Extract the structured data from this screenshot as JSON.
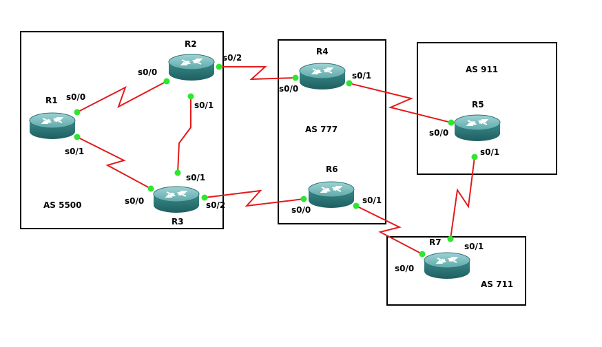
{
  "autonomous_systems": [
    {
      "id": "as5500",
      "label": "AS 5500"
    },
    {
      "id": "as777",
      "label": "AS 777"
    },
    {
      "id": "as911",
      "label": "AS 911"
    },
    {
      "id": "as711",
      "label": "AS 711"
    }
  ],
  "routers": [
    {
      "id": "r1",
      "label": "R1"
    },
    {
      "id": "r2",
      "label": "R2"
    },
    {
      "id": "r3",
      "label": "R3"
    },
    {
      "id": "r4",
      "label": "R4"
    },
    {
      "id": "r5",
      "label": "R5"
    },
    {
      "id": "r6",
      "label": "R6"
    },
    {
      "id": "r7",
      "label": "R7"
    }
  ],
  "links": [
    {
      "a": "R1",
      "a_if": "s0/0",
      "b": "R2",
      "b_if": "s0/0"
    },
    {
      "a": "R1",
      "a_if": "s0/1",
      "b": "R3",
      "b_if": "s0/0"
    },
    {
      "a": "R2",
      "a_if": "s0/1",
      "b": "R3",
      "b_if": "s0/1"
    },
    {
      "a": "R2",
      "a_if": "s0/2",
      "b": "R4",
      "b_if": "s0/0"
    },
    {
      "a": "R3",
      "a_if": "s0/2",
      "b": "R6",
      "b_if": "s0/0"
    },
    {
      "a": "R4",
      "a_if": "s0/1",
      "b": "R5",
      "b_if": "s0/0"
    },
    {
      "a": "R6",
      "a_if": "s0/1",
      "b": "R7",
      "b_if": "s0/0"
    },
    {
      "a": "R5",
      "a_if": "s0/1",
      "b": "R7",
      "b_if": "s0/1"
    }
  ],
  "colors": {
    "link": "#e41a1a",
    "port": "#2ee62e",
    "router_body": "#3d8c8c",
    "router_top": "#7fbfc0",
    "box": "#000000"
  }
}
